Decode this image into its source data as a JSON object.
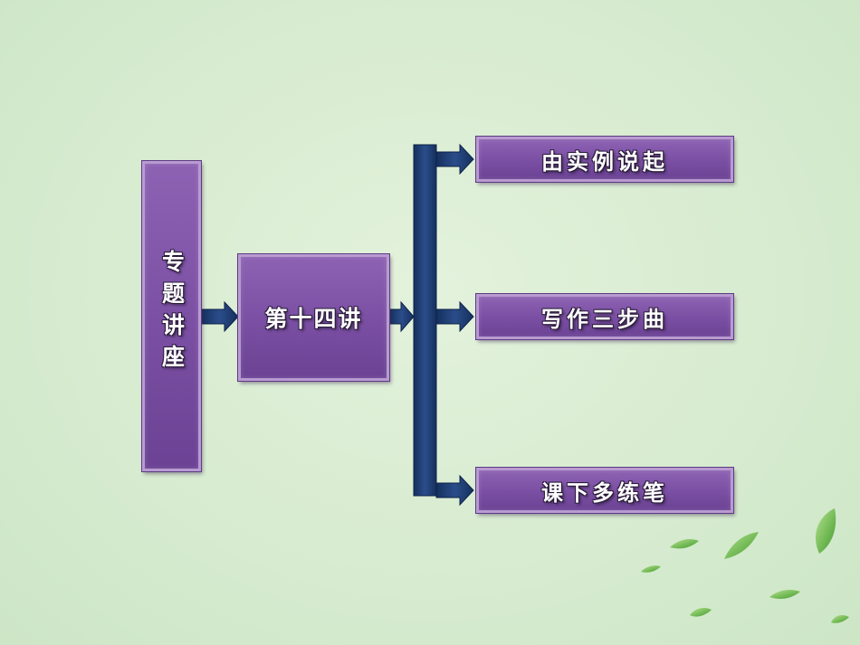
{
  "diagram": {
    "left_box": {
      "label": "专题讲座"
    },
    "center_box": {
      "label": "第十四讲"
    },
    "right_boxes": [
      {
        "label": "由实例说起"
      },
      {
        "label": "写作三步曲"
      },
      {
        "label": "课下多练笔"
      }
    ]
  },
  "colors": {
    "background": "#d6ebcf",
    "box_fill": "#7a4fa3",
    "box_border": "#b89bd0",
    "connector": "#1f3a6e",
    "leaf": "#5cb83a"
  },
  "decoration": {
    "icon": "leaves-icon"
  }
}
